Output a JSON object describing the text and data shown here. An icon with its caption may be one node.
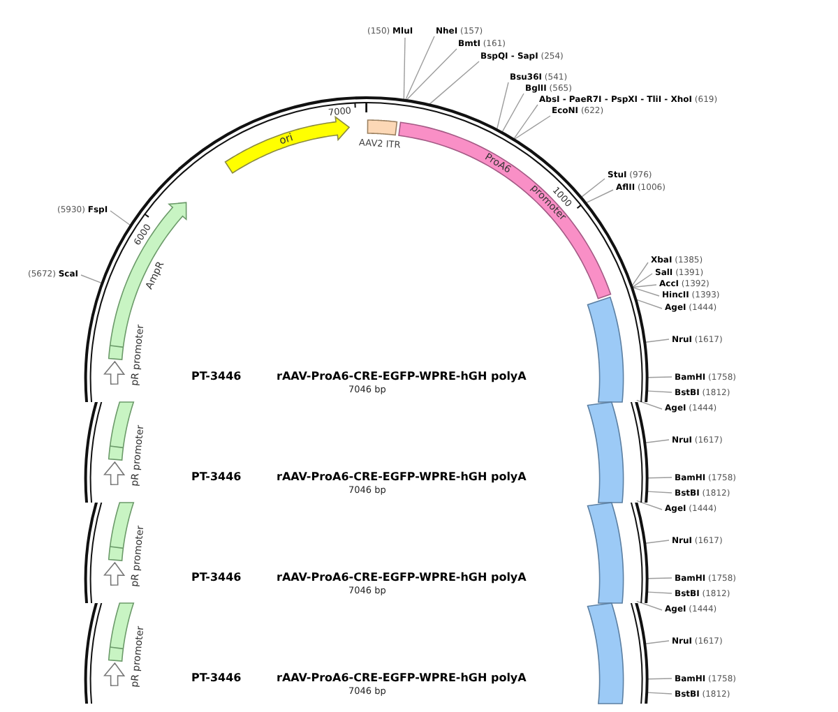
{
  "diagram": {
    "nodes": [
      {
        "text": [],
        "shape": "circle"
      },
      {
        "text": [
          "(150) **MluI**"
        ]
      },
      {
        "text": [
          "**NheI** (157)"
        ]
      },
      {
        "text": [
          "**BmtI** (161)"
        ]
      },
      {
        "text": [
          "**BspQI - SapI** (254)"
        ]
      },
      {
        "text": [
          "**Bsu36I** (541)"
        ]
      },
      {
        "text": [
          "**BglII** (565)"
        ]
      },
      {
        "text": [
          "**AbsI - PaeR7I - PspXI - TliI - XhoI** (619)"
        ]
      },
      {
        "text": [
          "**EcoNI** (622)"
        ]
      },
      {
        "text": [
          "ori"
        ],
        "in": 0
      },
      {
        "text": [
          "AAV2 ITR"
        ],
        "in": 0
      },
      {
        "text": [
          "ProA6 promoter"
        ],
        "in": 0
      },
      {
        "text": [
          "**StuI** (976)"
        ]
      },
      {
        "text": [
          "**AflII** (1006)"
        ]
      },
      {
        "text": [
          "(5930) **FspI**"
        ]
      },
      {
        "text": [
          "AmpR"
        ],
        "in": 0
      },
      {
        "text": [
          "(5672) **ScaI**"
        ]
      },
      {
        "text": [
          "**XbaI** (1385)"
        ]
      },
      {
        "text": [
          "**SalI** (1391)"
        ]
      },
      {
        "text": [
          "**AccI** (1392)"
        ]
      },
      {
        "text": [
          "**HincII** (1393)"
        ]
      },
      {
        "text": [
          "**AgeI** (1444)"
        ]
      },
      {
        "text": [],
        "shape": "bar",
        "in": 0
      },
      {
        "text": [
          "**NruI** (1617)"
        ]
      },
      {
        "text": [
          "pR promoter"
        ],
        "in": 0
      },
      {
        "text": [
          "**BamHI** (1758)"
        ]
      },
      {
        "text": [
          "**BstBI** (1812)"
        ]
      },
      {
        "text": [],
        "shape": "circle"
      },
      {
        "text": [],
        "shape": "circle"
      },
      {
        "text": [
          "**AgeI** (1444)"
        ]
      },
      {
        "text": [],
        "shape": "bar"
      },
      {
        "text": [],
        "shape": "bar"
      },
      {
        "text": [
          "**NruI** (1617)"
        ]
      },
      {
        "text": [
          "pR promoter"
        ]
      },
      {
        "text": [
          "**BamHI** (1758)"
        ]
      },
      {
        "text": [
          "**BstBI** (1812)"
        ]
      },
      {
        "text": [],
        "shape": "circle"
      },
      {
        "text": [],
        "shape": "circle"
      },
      {
        "text": [
          "**AgeI** (1444)"
        ]
      },
      {
        "text": [],
        "shape": "bar"
      },
      {
        "text": [],
        "shape": "bar"
      },
      {
        "text": [
          "**NruI** (1617)"
        ]
      },
      {
        "text": [
          "pR promoter"
        ]
      },
      {
        "text": [
          "**BamHI** (1758)"
        ]
      },
      {
        "text": [
          "**BstBI** (1812)"
        ]
      },
      {
        "text": [],
        "shape": "circle"
      },
      {
        "text": [],
        "shape": "circle"
      },
      {
        "text": [
          "**AgeI** (1444)"
        ]
      },
      {
        "text": [],
        "shape": "bar"
      },
      {
        "text": [],
        "shape": "bar"
      },
      {
        "text": [
          "**NruI** (1617)"
        ]
      },
      {
        "text": [
          "pR promoter"
        ]
      },
      {
        "text": [
          "**BamHI** (1758)"
        ]
      },
      {
        "text": [
          "**BstBI** (1812)"
        ]
      }
    ],
    "edges": [
      {
        "from": 1,
        "to": 0,
        "arrow": "none"
      },
      {
        "from": 2,
        "to": 0,
        "arrow": "none"
      },
      {
        "from": 3,
        "to": 0,
        "arrow": "none"
      },
      {
        "from": 4,
        "to": 0,
        "arrow": "none"
      },
      {
        "from": 5,
        "to": 0,
        "arrow": "none"
      },
      {
        "from": 6,
        "to": 0,
        "arrow": "none"
      },
      {
        "from": 7,
        "to": 0,
        "arrow": "none"
      },
      {
        "from": 8,
        "to": 0,
        "arrow": "none"
      },
      {
        "from": 12,
        "to": 0,
        "arrow": "none"
      },
      {
        "from": 13,
        "to": 0,
        "arrow": "none"
      },
      {
        "from": 14,
        "to": 0,
        "arrow": "none"
      },
      {
        "from": 16,
        "to": 0,
        "arrow": "none"
      },
      {
        "from": 17,
        "to": 0,
        "arrow": "none"
      },
      {
        "from": 18,
        "to": 0,
        "arrow": "none"
      },
      {
        "from": 19,
        "to": 0,
        "arrow": "none"
      },
      {
        "from": 20,
        "to": 0,
        "arrow": "none"
      },
      {
        "from": 21,
        "to": 0,
        "arrow": "none"
      },
      {
        "from": 23,
        "to": 0,
        "arrow": "none"
      },
      {
        "from": 25,
        "to": 0,
        "arrow": "none"
      },
      {
        "from": 26,
        "to": 0,
        "arrow": "none"
      },
      {
        "from": 29,
        "to": 28,
        "arrow": "none"
      },
      {
        "from": 32,
        "to": 28,
        "arrow": "none"
      },
      {
        "from": 34,
        "to": 28,
        "arrow": "none"
      },
      {
        "from": 35,
        "to": 28,
        "arrow": "none"
      },
      {
        "from": 38,
        "to": 37,
        "arrow": "none"
      },
      {
        "from": 41,
        "to": 37,
        "arrow": "none"
      },
      {
        "from": 43,
        "to": 37,
        "arrow": "none"
      },
      {
        "from": 44,
        "to": 37,
        "arrow": "none"
      },
      {
        "from": 47,
        "to": 46,
        "arrow": "none"
      },
      {
        "from": 50,
        "to": 46,
        "arrow": "none"
      },
      {
        "from": 52,
        "to": 46,
        "arrow": "none"
      },
      {
        "from": 53,
        "to": 46,
        "arrow": "none"
      }
    ],
    "labels": [
      "7000",
      "1000",
      "6000",
      "PT-3446",
      "rAAV-ProA6-CRE-EGFP-WPRE-hGH polyA",
      "7046 bp",
      "PT-3446",
      "rAAV-ProA6-CRE-EGFP-WPRE-hGH polyA",
      "7046 bp",
      "PT-3446",
      "rAAV-ProA6-CRE-EGFP-WPRE-hGH polyA",
      "7046 bp",
      "PT-3446",
      "rAAV-ProA6-CRE-EGFP-WPRE-hGH polyA",
      "7046 bp"
    ]
  }
}
